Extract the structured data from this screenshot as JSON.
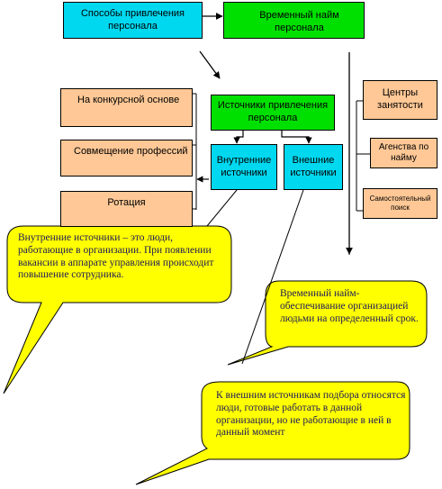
{
  "top": {
    "recruitment_methods": "Способы привлечения персонала",
    "temporary_hire": "Временный найм персонала"
  },
  "sources": {
    "title": "Источники привлечения персонала",
    "internal": "Внутренние источники",
    "external": "Внешние источники"
  },
  "internal_methods": [
    "На конкурсной основе",
    "Совмещение профессий",
    "Ротация"
  ],
  "temporary_methods": [
    "Центры занятости",
    "Агенства по найму",
    "Самостоятельный поиск"
  ],
  "callouts": {
    "internal": "Внутренние источники – это люди, работающие в организации. При появлении вакансии в аппарате управления происходит повышение сотрудника.",
    "temporary": "Временный найм- обеспечивание организацией людьми на определенный срок.",
    "external": "К внешним источникам подбора относятся люди, готовые работать в данной организации, но не работающие в ней в данный момент"
  },
  "colors": {
    "cyan": "#00d8f0",
    "green": "#00e000",
    "peach": "#ffc896",
    "callout_fill": "#ffff00",
    "callout_text": "#1f1a5c"
  }
}
